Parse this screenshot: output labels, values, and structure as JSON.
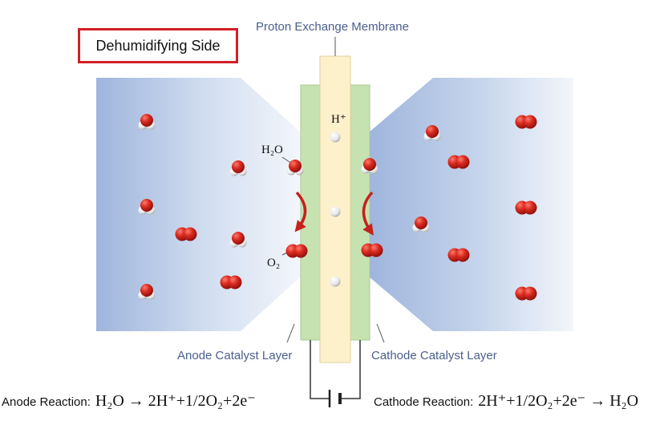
{
  "title": "Dehumidifying Side",
  "labels": {
    "membrane": "Proton Exchange Membrane",
    "anode_layer": "Anode Catalyst Layer",
    "cathode_layer": "Cathode Catalyst Layer"
  },
  "molecules": {
    "water": "H₂O",
    "proton": "H⁺",
    "oxygen": "O₂"
  },
  "reactions": {
    "anode_label": "Anode Reaction:",
    "anode_equation": "H₂O → 2H⁺+1/2O₂+2e⁻",
    "cathode_label": "Cathode Reaction:",
    "cathode_equation": "2H⁺+1/2O₂+2e⁻ → H₂O"
  },
  "colors": {
    "title_border": "#d21f26",
    "catalyst_layer": "#c6e2b1",
    "membrane": "#fdf1cc",
    "oxygen_red": "#c4221c",
    "label_blue": "#4a5f8c"
  }
}
